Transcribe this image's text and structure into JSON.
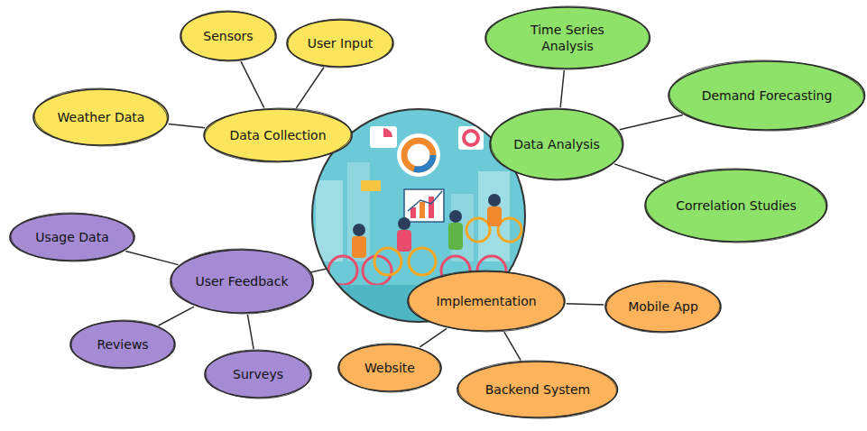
{
  "diagram": {
    "nodes": [
      {
        "text": [
          "Data Collection"
        ]
      },
      {
        "text": [
          "Sensors"
        ]
      },
      {
        "text": [
          "User Input"
        ]
      },
      {
        "text": [
          "Weather Data"
        ]
      },
      {
        "text": [
          "Data Analysis"
        ]
      },
      {
        "text": [
          "Time Series Analysis"
        ]
      },
      {
        "text": [
          "Demand Forecasting"
        ]
      },
      {
        "text": [
          "Correlation Studies"
        ]
      },
      {
        "text": [
          "User Feedback"
        ]
      },
      {
        "text": [
          "Usage Data"
        ]
      },
      {
        "text": [
          "Reviews"
        ]
      },
      {
        "text": [
          "Surveys"
        ]
      },
      {
        "text": [
          "Implementation"
        ]
      },
      {
        "text": [
          "Mobile App"
        ]
      },
      {
        "text": [
          "Website"
        ]
      },
      {
        "text": [
          "Backend System"
        ]
      }
    ],
    "edges": [
      {
        "from": 0,
        "to": 1,
        "arrow": "none"
      },
      {
        "from": 0,
        "to": 2,
        "arrow": "none"
      },
      {
        "from": 0,
        "to": 3,
        "arrow": "none"
      },
      {
        "from": 4,
        "to": 5,
        "arrow": "none"
      },
      {
        "from": 4,
        "to": 6,
        "arrow": "none"
      },
      {
        "from": 4,
        "to": 7,
        "arrow": "none"
      },
      {
        "from": 8,
        "to": 9,
        "arrow": "none"
      },
      {
        "from": 8,
        "to": 10,
        "arrow": "none"
      },
      {
        "from": 8,
        "to": 11,
        "arrow": "none"
      },
      {
        "from": 12,
        "to": 13,
        "arrow": "none"
      },
      {
        "from": 12,
        "to": 14,
        "arrow": "none"
      },
      {
        "from": 12,
        "to": 15,
        "arrow": "none"
      }
    ]
  }
}
